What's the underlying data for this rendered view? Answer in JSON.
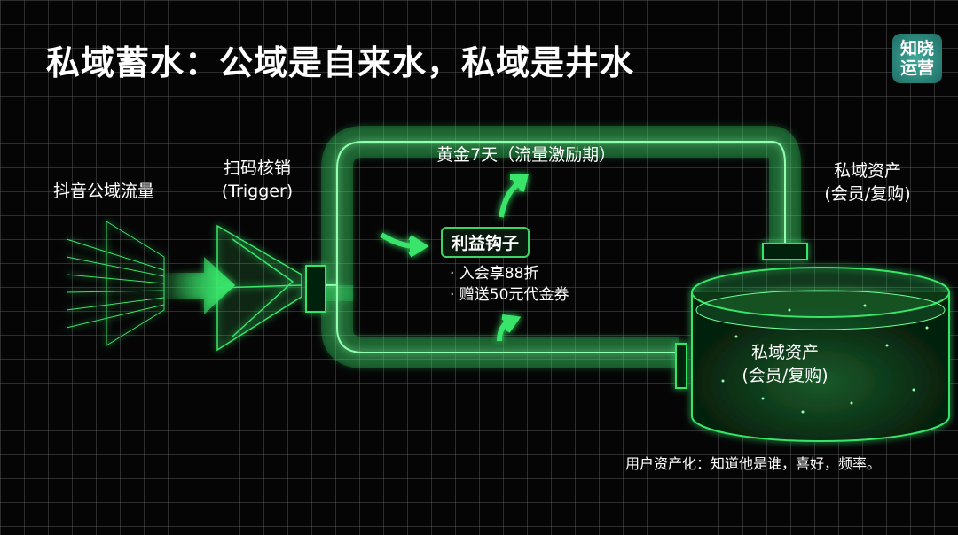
{
  "title": "私域蓄水：公域是自来水，私域是井水",
  "logo": {
    "line1": "知晓",
    "line2": "运营"
  },
  "labels": {
    "source": "抖音公域流量",
    "trigger_line1": "扫码核销",
    "trigger_line2": "(Trigger)",
    "pipe_top": "黄金7天（流量激励期）",
    "asset_top_line1": "私域资产",
    "asset_top_line2": "(会员/复购)",
    "hook": "利益钩子",
    "hook_items": [
      "· 入会享88折",
      "· 赠送50元代金券"
    ],
    "tank_line1": "私域资产",
    "tank_line2": "(会员/复购)",
    "footer": "用户资产化：知道他是谁，喜好，频率。"
  },
  "colors": {
    "accent": "#39e56a",
    "background": "#050505",
    "logo": "#2a8a7e"
  }
}
